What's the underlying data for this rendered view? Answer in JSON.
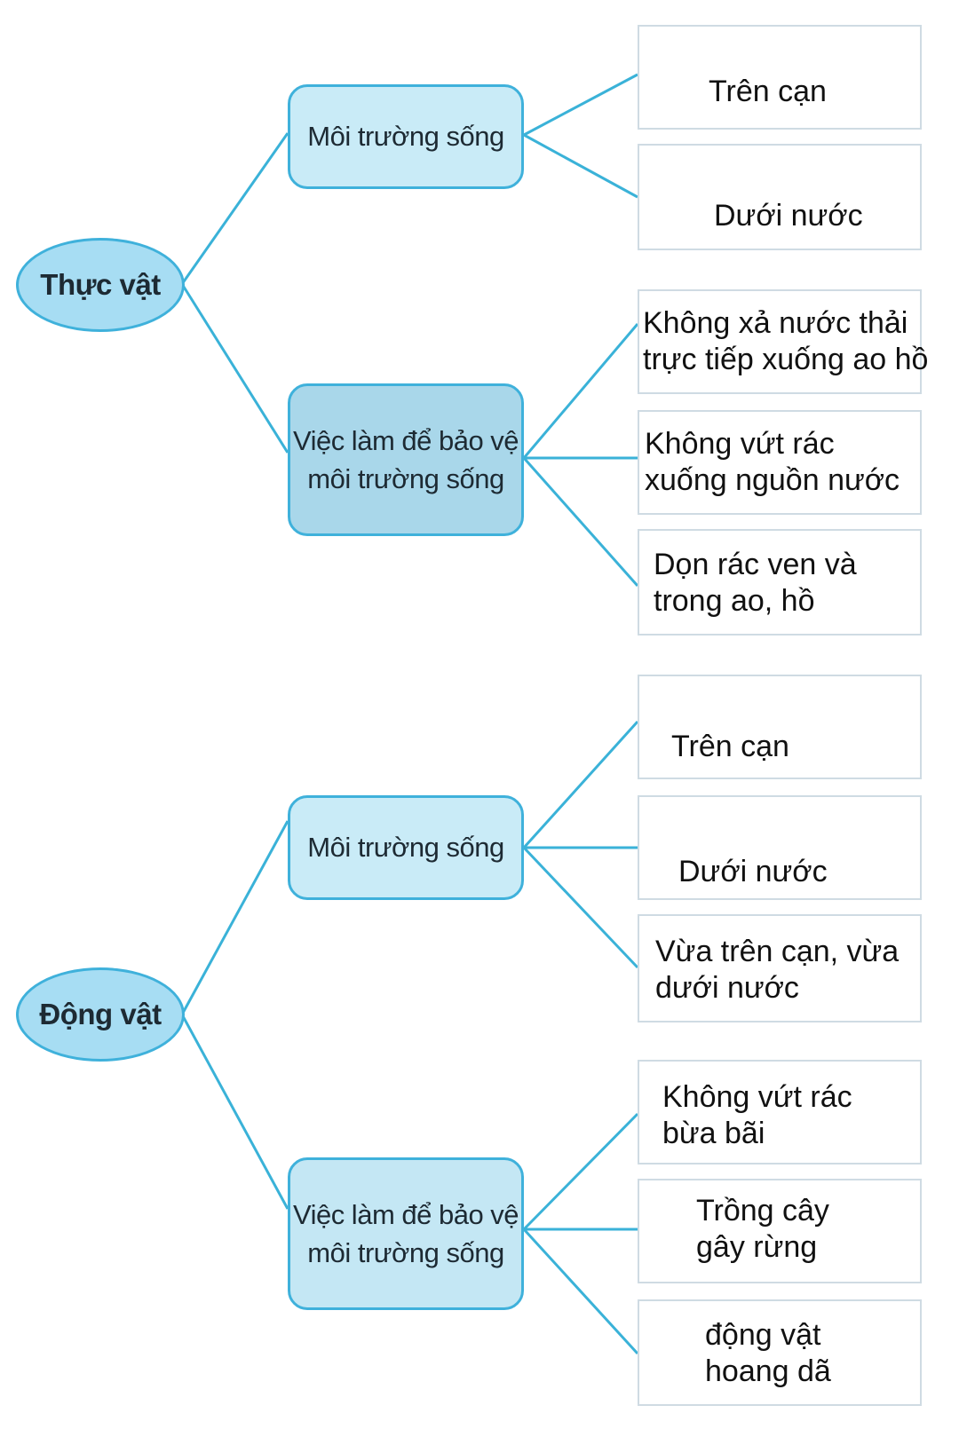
{
  "diagram": {
    "plant": {
      "root": "Thực vật",
      "habitat": {
        "label": "Môi trường sống",
        "items": [
          "Trên cạn",
          "Dưới nước"
        ]
      },
      "protect": {
        "label_line1": "Việc làm để bảo vệ",
        "label_line2": "môi trường sống",
        "items": [
          {
            "line1": "Không xả nước thải",
            "line2": "trực tiếp xuống ao hồ"
          },
          {
            "line1": "Không vứt rác",
            "line2": "xuống nguồn nước"
          },
          {
            "line1": "Dọn rác ven và",
            "line2": "trong ao, hồ"
          }
        ]
      }
    },
    "animal": {
      "root": "Động vật",
      "habitat": {
        "label": "Môi trường sống",
        "items": [
          {
            "line1": "Trên cạn"
          },
          {
            "line1": "Dưới nước"
          },
          {
            "line1": "Vừa trên cạn, vừa",
            "line2": "dưới nước"
          }
        ]
      },
      "protect": {
        "label_line1": "Việc làm để bảo vệ",
        "label_line2": "môi trường sống",
        "items": [
          {
            "line1": "Không vứt rác",
            "line2": "bừa bãi"
          },
          {
            "line1": "Trồng cây",
            "line2": "gây rừng"
          },
          {
            "line1": "động vật",
            "line2": "hoang dã"
          }
        ]
      }
    }
  },
  "colors": {
    "connector": "#3ab2d8",
    "node_border": "#3fb1db",
    "root_fill": "#a7ddf3",
    "category_fill": "#c9ebf7",
    "protect_fill": "#a9d7ea"
  }
}
